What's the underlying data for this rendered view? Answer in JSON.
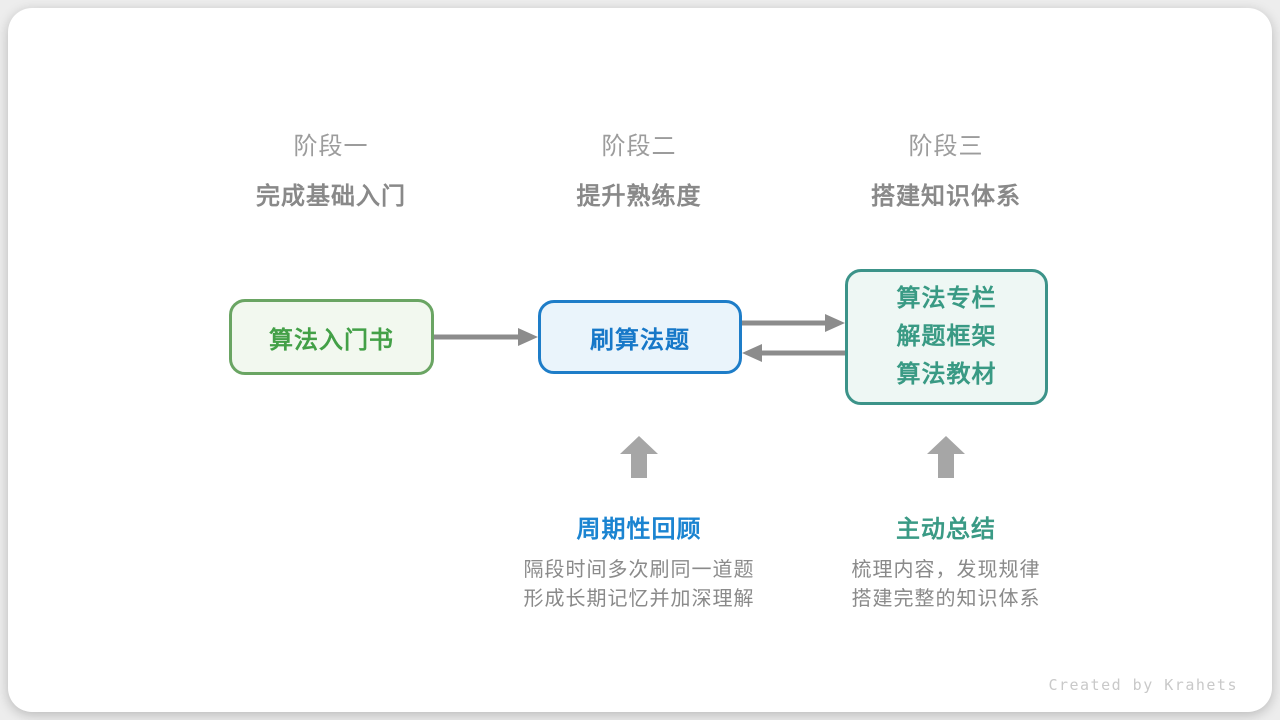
{
  "stages": [
    {
      "label": "阶段一",
      "subtitle": "完成基础入门"
    },
    {
      "label": "阶段二",
      "subtitle": "提升熟练度"
    },
    {
      "label": "阶段三",
      "subtitle": "搭建知识体系"
    }
  ],
  "nodes": {
    "intro_book": {
      "label": "算法入门书"
    },
    "practice": {
      "label": "刷算法题"
    },
    "resources": {
      "lines": [
        "算法专栏",
        "解题框架",
        "算法教材"
      ]
    }
  },
  "annotations": [
    {
      "title": "周期性回顾",
      "desc_line1": "隔段时间多次刷同一道题",
      "desc_line2": "形成长期记忆并加深理解"
    },
    {
      "title": "主动总结",
      "desc_line1": "梳理内容，发现规律",
      "desc_line2": "搭建完整的知识体系"
    }
  ],
  "footer": {
    "credit": "Created by Krahets"
  },
  "colors": {
    "node_green_border": "#6aa563",
    "node_green_text": "#43a047",
    "node_blue_border": "#1e7dc8",
    "node_blue_text": "#1778c8",
    "node_teal_border": "#3c9389",
    "node_teal_text": "#399a84",
    "annot_blue": "#1b84d1",
    "annot_teal": "#3a9a85",
    "arrow_gray": "#8c8c8c",
    "block_arrow_gray": "#a6a6a6",
    "stage_label_gray": "#9c9c9c",
    "desc_gray": "#8a8a8a"
  }
}
